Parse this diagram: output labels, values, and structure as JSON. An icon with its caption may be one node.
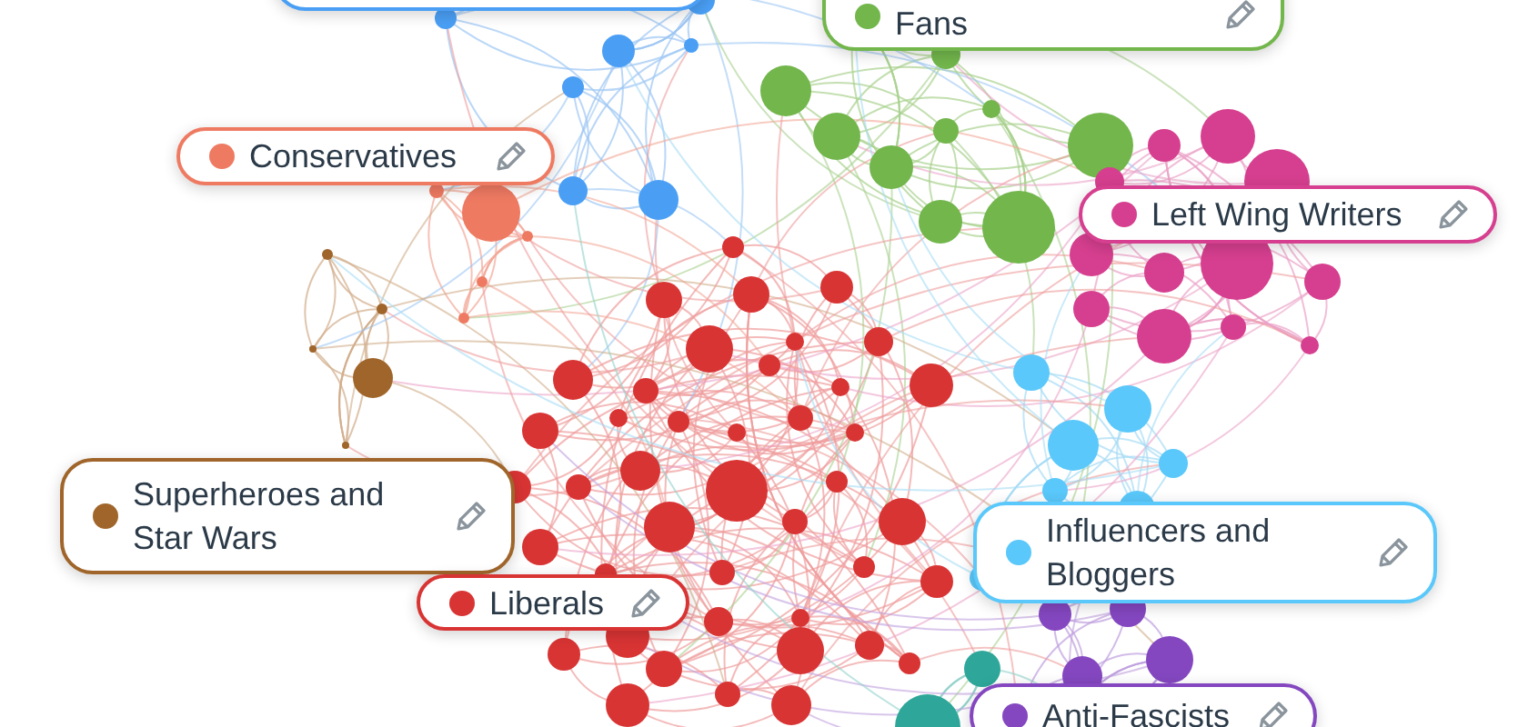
{
  "diagram": {
    "legend": [
      {
        "text": "Fans",
        "color": "#72b64c"
      },
      {
        "text": "Conservatives",
        "color": "#ef7a62"
      },
      {
        "text": "Left Wing Writers",
        "color": "#d63f8f"
      },
      {
        "text": "Superheroes and Star Wars",
        "color": "#a0652a"
      },
      {
        "text": "Influencers and Bloggers",
        "color": "#5ac8fa"
      },
      {
        "text": "Liberals",
        "color": "#d93434"
      },
      {
        "text": "Anti-Fascists",
        "color": "#8447c0"
      }
    ]
  }
}
